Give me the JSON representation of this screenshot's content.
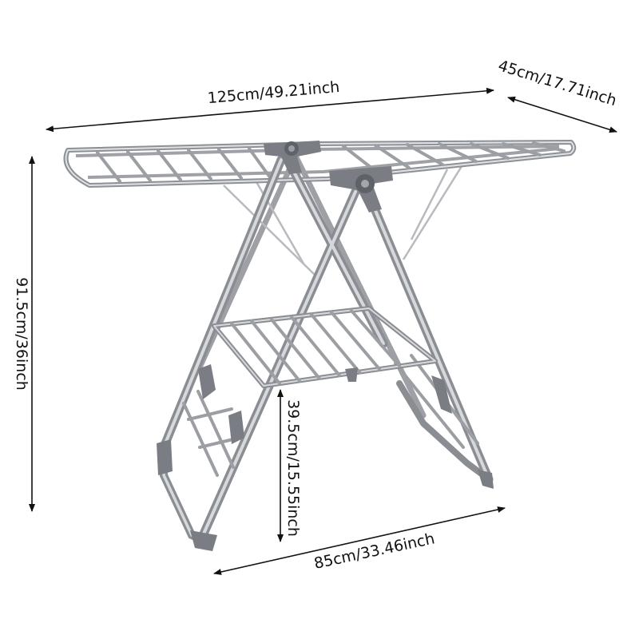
{
  "dimensions": {
    "total_width": "125cm/49.21inch",
    "depth": "45cm/17.71inch",
    "height": "91.5cm/36inch",
    "shelf_height": "39.5cm/15.55inch",
    "base_width": "85cm/33.46inch"
  },
  "colors": {
    "steel": "#a9abb0",
    "steel_dark": "#6e7076",
    "joint_gray": "#7a7d83",
    "dimension_line": "#111111"
  }
}
